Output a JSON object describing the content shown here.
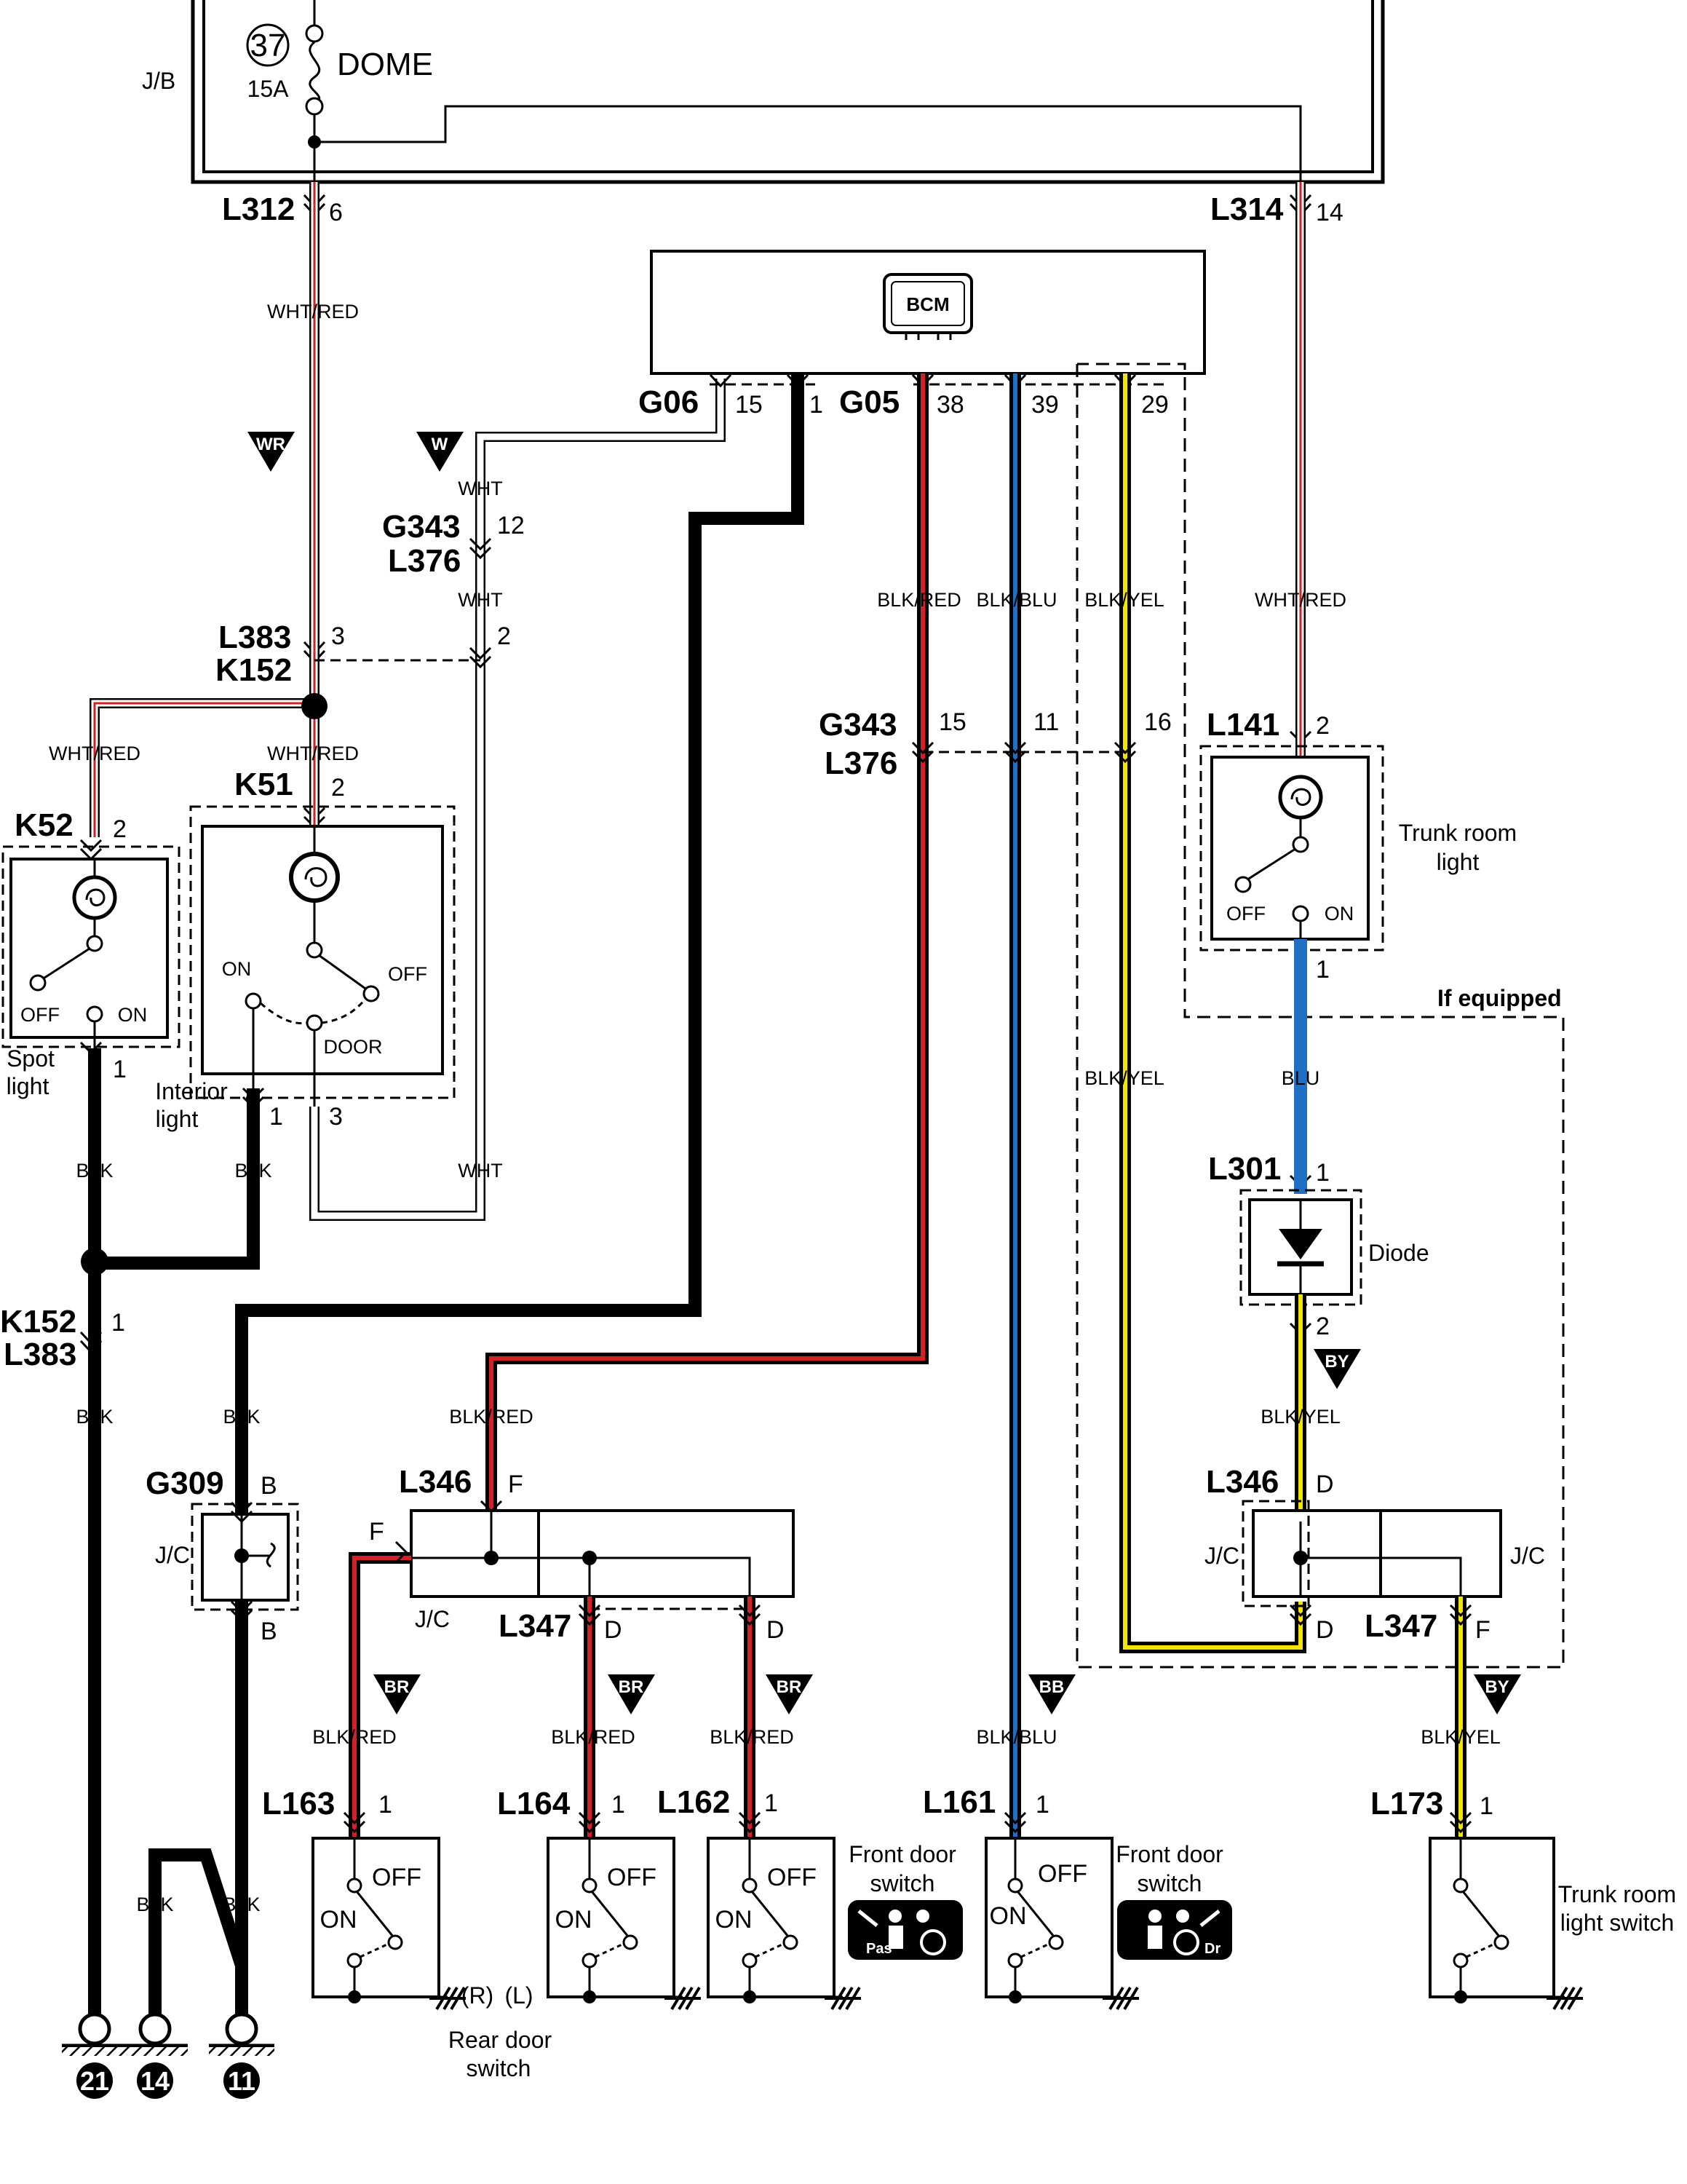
{
  "fuse": {
    "number": "37",
    "rating": "15A",
    "name": "DOME",
    "box_label": "J/B"
  },
  "bcm": {
    "label": "BCM"
  },
  "connectors": {
    "L312": "L312",
    "L314": "L314",
    "G06": "G06",
    "G05": "G05",
    "G343": "G343",
    "L376": "L376",
    "L383": "L383",
    "K152": "K152",
    "K51": "K51",
    "K52": "K52",
    "L141": "L141",
    "L301": "L301",
    "G309": "G309",
    "L346": "L346",
    "L347": "L347",
    "L163": "L163",
    "L164": "L164",
    "L162": "L162",
    "L161": "L161",
    "L173": "L173"
  },
  "pins": {
    "p1": "1",
    "p2": "2",
    "p3": "3",
    "p6": "6",
    "p11": "11",
    "p12": "12",
    "p14": "14",
    "p15": "15",
    "p16": "16",
    "p29": "29",
    "p38": "38",
    "p39": "39",
    "pB": "B",
    "pD": "D",
    "pF": "F"
  },
  "wire_labels": {
    "wht_red": "WHT/RED",
    "wht": "WHT",
    "blk": "BLK",
    "blk_red": "BLK/RED",
    "blk_blu": "BLK/BLU",
    "blk_yel": "BLK/YEL",
    "blu": "BLU"
  },
  "wire_colors": {
    "red": "#d42027",
    "blue": "#1f6fc4",
    "yellow": "#f2e500",
    "black": "#000000",
    "white": "#ffffff"
  },
  "triangles": {
    "wr": "WR",
    "w": "W",
    "br": "BR",
    "bb": "BB",
    "by": "BY"
  },
  "switch_text": {
    "off": "OFF",
    "on": "ON",
    "door": "DOOR"
  },
  "labels": {
    "spot_light_1": "Spot",
    "spot_light_2": "light",
    "interior_light_1": "Interior",
    "interior_light_2": "light",
    "trunk_room_light_1": "Trunk room",
    "trunk_room_light_2": "light",
    "diode": "Diode",
    "if_equipped": "If equipped",
    "jc": "J/C",
    "front_door_switch_1": "Front door",
    "front_door_switch_2": "switch",
    "rear_door_switch_1": "Rear door",
    "rear_door_switch_2": "switch",
    "trunk_light_switch_1": "Trunk room",
    "trunk_light_switch_2": "light switch",
    "r": "(R)",
    "l": "(L)",
    "pas": "Pas",
    "dr": "Dr"
  },
  "grounds": {
    "g21": "21",
    "g14": "14",
    "g11": "11"
  }
}
